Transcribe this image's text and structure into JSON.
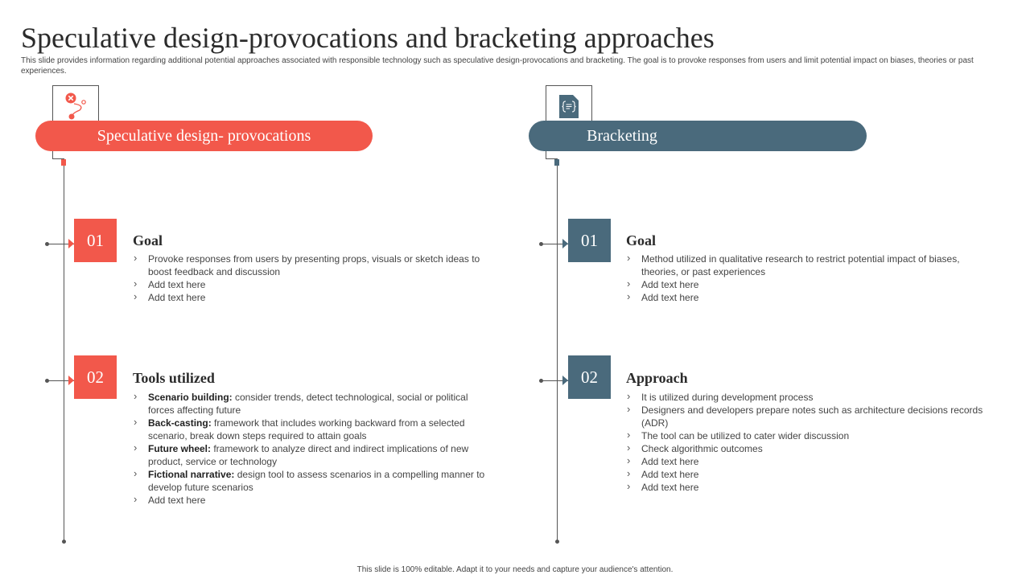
{
  "slide": {
    "title": "Speculative design-provocations and bracketing approaches",
    "subtitle": "This slide provides information regarding additional potential approaches associated with responsible technology such as speculative design-provocations and bracketing. The goal is to provoke responses from users and limit potential impact on biases, theories or past experiences.",
    "footer": "This slide is 100% editable. Adapt it to your needs and capture your audience's attention."
  },
  "colors": {
    "accent_red": "#f2584b",
    "accent_blue": "#4a6a7c"
  },
  "left": {
    "icon": "no-route-icon",
    "header": "Speculative design- provocations",
    "sections": [
      {
        "number": "01",
        "title": "Goal",
        "bullets": [
          {
            "bold": "",
            "text": "Provoke responses from users by presenting props, visuals or sketch ideas to boost feedback and discussion"
          },
          {
            "bold": "",
            "text": "Add text here"
          },
          {
            "bold": "",
            "text": "Add text here"
          }
        ]
      },
      {
        "number": "02",
        "title": "Tools utilized",
        "bullets": [
          {
            "bold": "Scenario building:",
            "text": " consider trends, detect technological, social or political forces affecting future"
          },
          {
            "bold": "Back-casting:",
            "text": " framework that includes working backward from a selected scenario, break down steps required to attain goals"
          },
          {
            "bold": "Future wheel:",
            "text": " framework to analyze direct and indirect implications of new product, service or technology"
          },
          {
            "bold": "Fictional narrative:",
            "text": " design tool to assess scenarios in a compelling manner to develop future scenarios"
          },
          {
            "bold": "",
            "text": "Add text here"
          }
        ]
      }
    ]
  },
  "right": {
    "icon": "code-document-icon",
    "header": "Bracketing",
    "sections": [
      {
        "number": "01",
        "title": "Goal",
        "bullets": [
          {
            "bold": "",
            "text": "Method utilized in qualitative research to restrict potential impact of biases, theories, or past experiences"
          },
          {
            "bold": "",
            "text": "Add text here"
          },
          {
            "bold": "",
            "text": "Add text here"
          }
        ]
      },
      {
        "number": "02",
        "title": "Approach",
        "bullets": [
          {
            "bold": "",
            "text": "It is utilized during development process"
          },
          {
            "bold": "",
            "text": "Designers and developers prepare notes such as architecture decisions records (ADR)"
          },
          {
            "bold": "",
            "text": "The tool can be utilized to cater wider discussion"
          },
          {
            "bold": "",
            "text": "Check algorithmic outcomes"
          },
          {
            "bold": "",
            "text": "Add text here"
          },
          {
            "bold": "",
            "text": "Add text here"
          },
          {
            "bold": "",
            "text": "Add text here"
          }
        ]
      }
    ]
  }
}
